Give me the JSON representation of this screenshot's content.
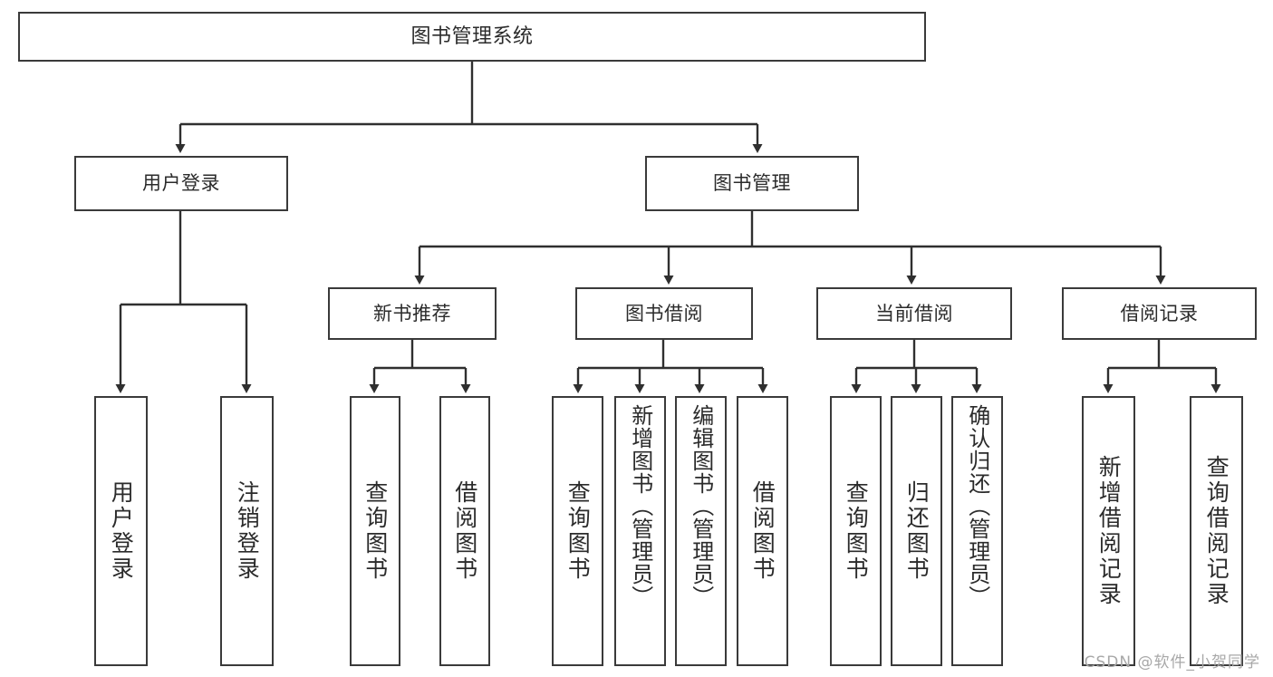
{
  "diagram": {
    "type": "tree",
    "title": "图书管理系统",
    "watermark": "CSDN @软件_小贺同学",
    "colors": {
      "background": "#ffffff",
      "box_border": "#3a3a3a",
      "box_fill": "#ffffff",
      "text": "#2b2b2b",
      "edge": "#2f2f2f",
      "watermark": "#a8a8a8"
    },
    "nodes": {
      "root": {
        "label": "图书管理系统"
      },
      "level2": [
        {
          "id": "user-login",
          "label": "用户登录"
        },
        {
          "id": "book-manage",
          "label": "图书管理"
        }
      ],
      "level3": [
        {
          "id": "new-book-recommend",
          "label": "新书推荐"
        },
        {
          "id": "book-borrow",
          "label": "图书借阅"
        },
        {
          "id": "current-borrow",
          "label": "当前借阅"
        },
        {
          "id": "borrow-record",
          "label": "借阅记录"
        }
      ],
      "leaves": {
        "user-login": [
          {
            "id": "leaf-user-login",
            "label": "用户登录"
          },
          {
            "id": "leaf-user-logout",
            "label": "注销登录"
          }
        ],
        "new-book-recommend": [
          {
            "id": "leaf-query-book-1",
            "label": "查询图书"
          },
          {
            "id": "leaf-borrow-book-1",
            "label": "借阅图书"
          }
        ],
        "book-borrow": [
          {
            "id": "leaf-query-book-2",
            "label": "查询图书"
          },
          {
            "id": "leaf-add-book-admin",
            "label": "新增图书（管理员）"
          },
          {
            "id": "leaf-edit-book-admin",
            "label": "编辑图书（管理员）"
          },
          {
            "id": "leaf-borrow-book-2",
            "label": "借阅图书"
          }
        ],
        "current-borrow": [
          {
            "id": "leaf-query-book-3",
            "label": "查询图书"
          },
          {
            "id": "leaf-return-book",
            "label": "归还图书"
          },
          {
            "id": "leaf-confirm-return-admin",
            "label": "确认归还（管理员）"
          }
        ],
        "borrow-record": [
          {
            "id": "leaf-add-borrow-record",
            "label": "新增借阅记录"
          },
          {
            "id": "leaf-query-borrow-record",
            "label": "查询借阅记录"
          }
        ]
      }
    }
  }
}
